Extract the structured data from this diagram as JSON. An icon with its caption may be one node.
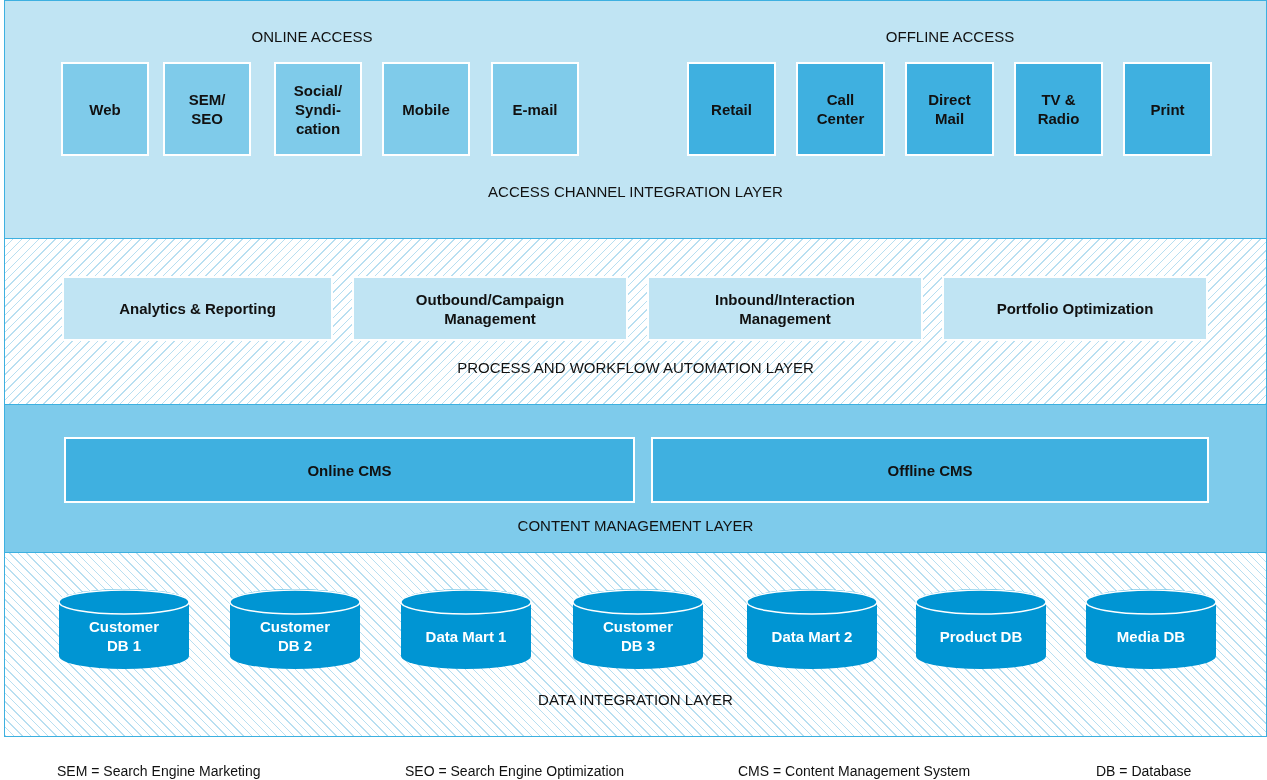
{
  "diagram": {
    "nodes": [
      {
        "text": [
          "ACCESS CHANNEL INTEGRATION LAYER"
        ]
      },
      {
        "text": [
          "Web"
        ],
        "in": 0
      },
      {
        "text": [
          "SEM/ SEO"
        ],
        "in": 0
      },
      {
        "text": [
          "Social/ Syndi- cation"
        ],
        "in": 0
      },
      {
        "text": [
          "Mobile"
        ],
        "in": 0
      },
      {
        "text": [
          "E-mail"
        ],
        "in": 0
      },
      {
        "text": [
          "Retail"
        ],
        "in": 0
      },
      {
        "text": [
          "Call Center"
        ],
        "in": 0
      },
      {
        "text": [
          "Direct Mail"
        ],
        "in": 0
      },
      {
        "text": [
          "TV & Radio"
        ],
        "in": 0
      },
      {
        "text": [
          "Print"
        ],
        "in": 0
      },
      {
        "text": [
          "PROCESS AND WORKFLOW AUTOMATION LAYER"
        ]
      },
      {
        "text": [
          "Analytics & Reporting"
        ],
        "in": 11
      },
      {
        "text": [
          "Outbound/Campaign Management"
        ],
        "in": 11
      },
      {
        "text": [
          "Inbound/Interaction Management"
        ],
        "in": 11
      },
      {
        "text": [
          "Portfolio Optimization"
        ],
        "in": 11
      },
      {
        "text": [
          "CONTENT MANAGEMENT LAYER"
        ]
      },
      {
        "text": [
          "Online CMS"
        ],
        "in": 16
      },
      {
        "text": [
          "Offline CMS"
        ],
        "in": 16
      },
      {
        "text": [
          "DATA INTEGRATION LAYER"
        ]
      },
      {
        "text": [
          "Customer DB 1"
        ],
        "in": 19
      },
      {
        "text": [
          "Customer DB 2"
        ],
        "in": 19
      },
      {
        "text": [
          "Data Mart 1"
        ],
        "in": 19
      },
      {
        "text": [
          "Customer DB 3"
        ],
        "in": 19
      },
      {
        "text": [
          "Data Mart 2"
        ],
        "in": 19
      },
      {
        "text": [
          "Product DB"
        ],
        "in": 19
      },
      {
        "text": [
          "Media DB"
        ],
        "in": 19
      }
    ],
    "labels": [
      "ONLINE ACCESS",
      "OFFLINE ACCESS",
      "SEM = Search Engine Marketing",
      "SEO = Search Engine Optimization",
      "CMS = Content Management System",
      "DB = Database"
    ]
  }
}
